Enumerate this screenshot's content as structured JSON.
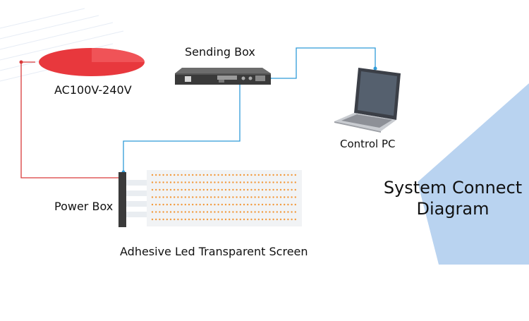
{
  "labels": {
    "sending_box": "Sending Box",
    "ac_power": "AC100V-240V",
    "control_pc": "Control  PC",
    "power_box": "Power Box",
    "screen": "Adhesive Led Transparent Screen"
  },
  "title": {
    "line1": "System Connect",
    "line2": "Diagram"
  },
  "colors": {
    "data_line": "#2f9bd8",
    "power_line": "#d93a3a",
    "ac_ellipse": "#e8383d",
    "background_accent": "#b9d3f0",
    "led_dot": "#f39a3c"
  }
}
